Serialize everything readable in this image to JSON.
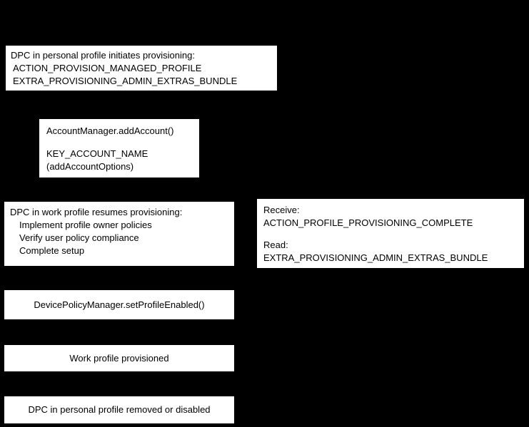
{
  "colors": {
    "background": "#000000",
    "box_background": "#ffffff",
    "box_text": "#000000"
  },
  "boxes": [
    {
      "id": "initiate-provisioning",
      "lines": [
        "DPC in personal profile initiates provisioning:",
        "ACTION_PROVISION_MANAGED_PROFILE",
        "EXTRA_PROVISIONING_ADMIN_EXTRAS_BUNDLE"
      ]
    },
    {
      "id": "add-account",
      "lines": [
        "AccountManager.addAccount()",
        "KEY_ACCOUNT_NAME",
        "(addAccountOptions)"
      ]
    },
    {
      "id": "resume-provisioning",
      "lines": [
        "DPC in work profile resumes provisioning:",
        "Implement profile owner policies",
        "Verify user policy compliance",
        "Complete setup"
      ]
    },
    {
      "id": "receive-complete",
      "lines": [
        "Receive:",
        "ACTION_PROFILE_PROVISIONING_COMPLETE",
        "Read:",
        "EXTRA_PROVISIONING_ADMIN_EXTRAS_BUNDLE"
      ]
    },
    {
      "id": "set-profile-enabled",
      "lines": [
        "DevicePolicyManager.setProfileEnabled()"
      ]
    },
    {
      "id": "work-profile-provisioned",
      "lines": [
        "Work profile provisioned"
      ]
    },
    {
      "id": "dpc-removed",
      "lines": [
        "DPC in personal profile removed or disabled"
      ]
    }
  ]
}
